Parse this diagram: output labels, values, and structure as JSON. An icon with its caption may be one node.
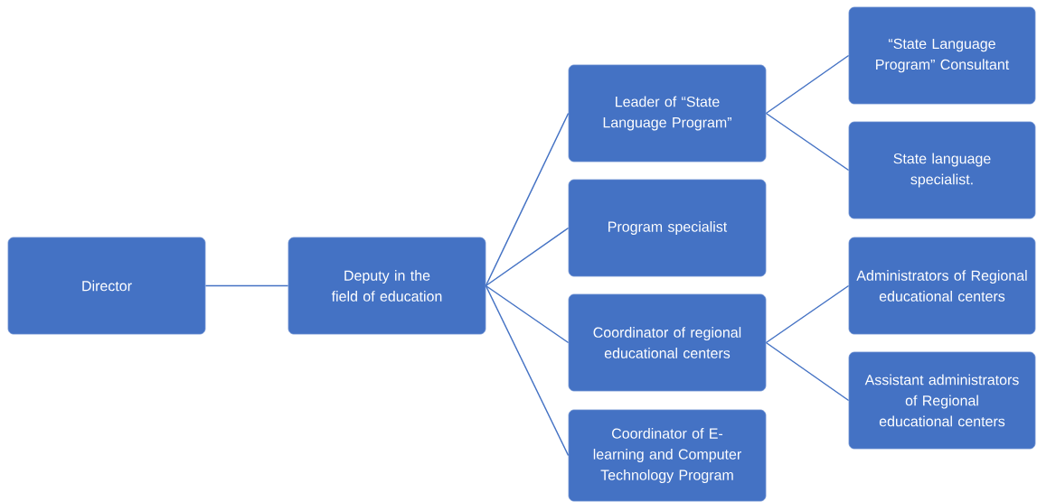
{
  "diagram": {
    "nodes": [
      {
        "text": [
          "Director"
        ]
      },
      {
        "text": [
          "Deputy in the field of education"
        ]
      },
      {
        "text": [
          "Leader of “State Language Program”"
        ]
      },
      {
        "text": [
          "Program specialist"
        ]
      },
      {
        "text": [
          "Coordinator of regional educational centers"
        ]
      },
      {
        "text": [
          "Coordinator of E-learning and Computer Technology Program"
        ]
      },
      {
        "text": [
          "“State Language Program” Consultant"
        ]
      },
      {
        "text": [
          "State language specialist."
        ]
      },
      {
        "text": [
          "Administrators of Regional educational centers"
        ]
      },
      {
        "text": [
          "Assistant administrators of Regional educational centers"
        ]
      }
    ],
    "edges": [
      {
        "from": 0,
        "to": 1,
        "arrow": "none"
      },
      {
        "from": 1,
        "to": 2,
        "arrow": "none"
      },
      {
        "from": 1,
        "to": 3,
        "arrow": "none"
      },
      {
        "from": 1,
        "to": 4,
        "arrow": "none"
      },
      {
        "from": 1,
        "to": 5,
        "arrow": "none"
      },
      {
        "from": 2,
        "to": 6,
        "arrow": "none"
      },
      {
        "from": 2,
        "to": 7,
        "arrow": "none"
      },
      {
        "from": 4,
        "to": 8,
        "arrow": "none"
      },
      {
        "from": 4,
        "to": 9,
        "arrow": "none"
      }
    ]
  }
}
